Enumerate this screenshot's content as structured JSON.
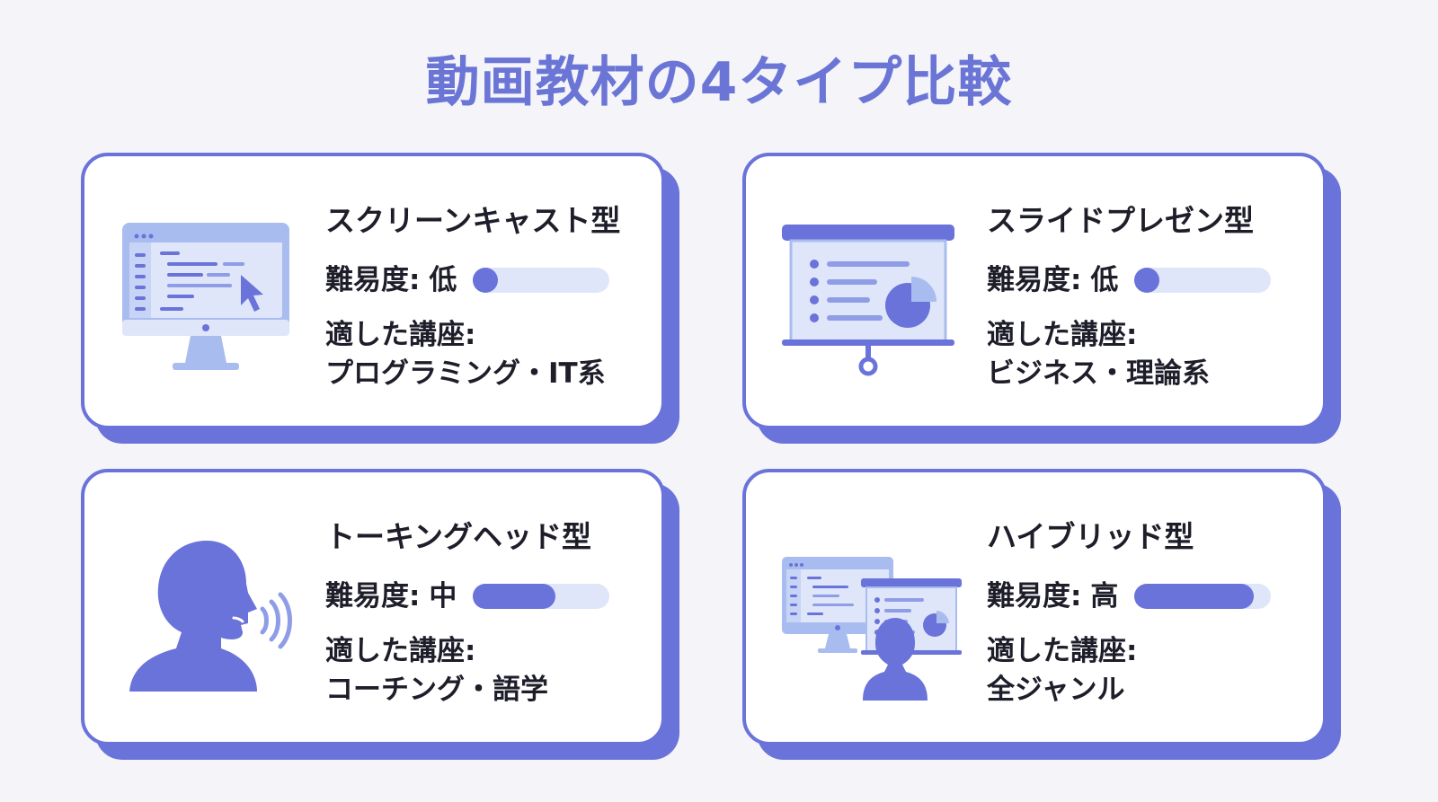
{
  "title": "動画教材の4タイプ比較",
  "colors": {
    "accent": "#6a73d9",
    "title": "#6a75d6",
    "bar_track": "#dfe6fa",
    "icon_light": "#a9bcef",
    "icon_pale": "#dfe6fa",
    "background": "#f4f4f9"
  },
  "cards": [
    {
      "icon": "monitor-screencast-icon",
      "title": "スクリーンキャスト型",
      "difficulty_label": "難易度:",
      "difficulty": "低",
      "difficulty_level": 0.12,
      "suitable_label": "適した講座:",
      "suitable": "プログラミング・IT系"
    },
    {
      "icon": "slide-presentation-icon",
      "title": "スライドプレゼン型",
      "difficulty_label": "難易度:",
      "difficulty": "低",
      "difficulty_level": 0.12,
      "suitable_label": "適した講座:",
      "suitable": "ビジネス・理論系"
    },
    {
      "icon": "talking-head-icon",
      "title": "トーキングヘッド型",
      "difficulty_label": "難易度:",
      "difficulty": "中",
      "difficulty_level": 0.6,
      "suitable_label": "適した講座:",
      "suitable": "コーチング・語学"
    },
    {
      "icon": "hybrid-icon",
      "title": "ハイブリッド型",
      "difficulty_label": "難易度:",
      "difficulty": "高",
      "difficulty_level": 0.87,
      "suitable_label": "適した講座:",
      "suitable": "全ジャンル"
    }
  ]
}
